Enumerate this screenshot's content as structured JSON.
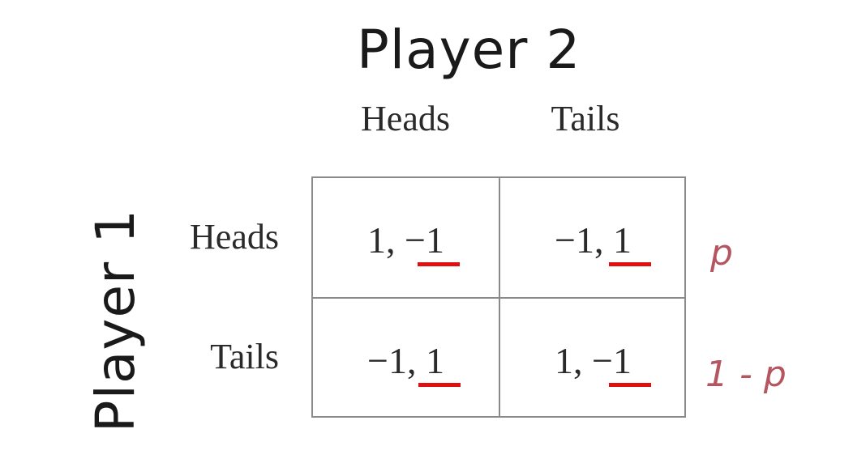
{
  "player2_title": "Player 2",
  "player1_title": "Player 1",
  "columns": [
    "Heads",
    "Tails"
  ],
  "rows": [
    "Heads",
    "Tails"
  ],
  "payoffs": [
    [
      "1, −1",
      "−1, 1"
    ],
    [
      "−1, 1",
      "1, −1"
    ]
  ],
  "probabilities": {
    "p": "p",
    "one_minus_p": "1 - p"
  },
  "colors": {
    "underline": "#e01010",
    "probability_text": "#b5555f",
    "grid": "#8a8a8a"
  }
}
